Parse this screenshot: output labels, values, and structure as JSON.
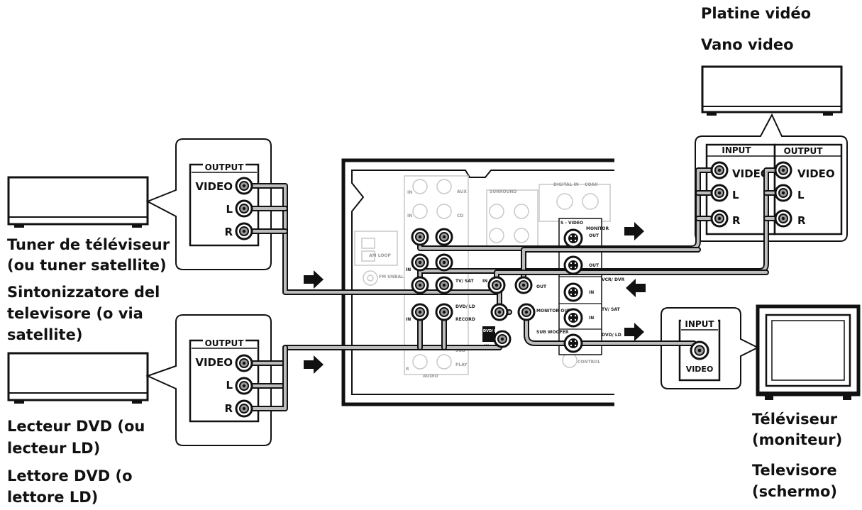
{
  "labels": {
    "vcr_fr": "Platine vidéo",
    "vcr_it": "Vano video",
    "tuner_fr_1": "Tuner de téléviseur",
    "tuner_fr_2": "(ou tuner satellite)",
    "tuner_it_1": "Sintonizzatore del",
    "tuner_it_2": "televisore (o via",
    "tuner_it_3": "satellite)",
    "dvd_fr_1": "Lecteur DVD (ou",
    "dvd_fr_2": "lecteur LD)",
    "dvd_it_1": "Lettore DVD (o",
    "dvd_it_2": "lettore LD)",
    "tv_fr_1": "Téléviseur",
    "tv_fr_2": "(moniteur)",
    "tv_it_1": "Televisore",
    "tv_it_2": "(schermo)"
  },
  "jacks": {
    "output": "OUTPUT",
    "input": "INPUT",
    "video": "VIDEO",
    "l": "L",
    "r": "R"
  },
  "panel": {
    "in": "IN",
    "out": "OUT",
    "monitor_out": "MONITOR OUT",
    "monitor_out_short": "MONITOR",
    "tv_sat": "TV/ SAT",
    "dvd_ld": "DVD/ LD",
    "dvd_ld_input": "DVD/ LD INPUT",
    "vcr_dvr": "VCR/ DVR",
    "s_video": "S - VIDEO",
    "out_short": "OUT",
    "sub_woofer": "SUB WOOFER",
    "control": "CONTROL"
  },
  "icons": {
    "signal_arrow": "arrow-right-icon",
    "return_arrow": "arrow-left-icon"
  }
}
